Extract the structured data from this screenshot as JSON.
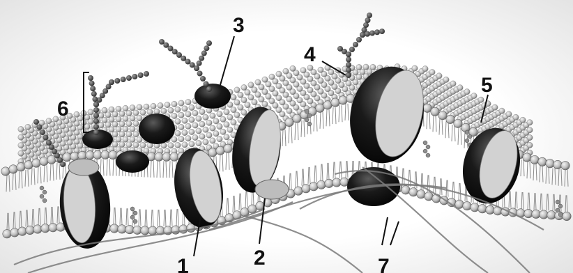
{
  "diagram": {
    "subject": "cell-membrane-fluid-mosaic",
    "labels": {
      "l1": "1",
      "l2": "2",
      "l3": "3",
      "l4": "4",
      "l5": "5",
      "l6": "6",
      "l7": "7"
    }
  },
  "colors": {
    "background": "#ffffff",
    "vignette": "#e4e4e4",
    "head_fill": "#cfcfcf",
    "head_stroke": "#5a5a5a",
    "tail": "#8a8a8a",
    "protein_dark": "#151515",
    "protein_light": "#d2d2d2",
    "glyco_bead": "#3c3c3c",
    "label_text": "#111111"
  }
}
